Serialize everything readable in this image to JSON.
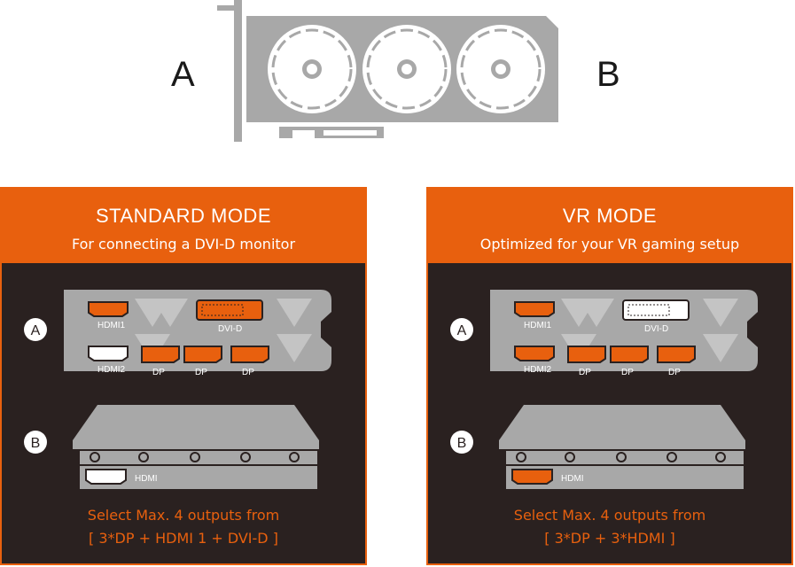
{
  "diagram": {
    "label_a": "A",
    "label_b": "B",
    "colors": {
      "accent": "#e8600e",
      "panel_bg": "#2a2120",
      "bracket": "#a8a8a8"
    }
  },
  "modes": [
    {
      "title": "STANDARD MODE",
      "subtitle": "For connecting a DVI-D monitor",
      "marker_a": "A",
      "marker_b": "B",
      "ports_a": {
        "hdmi1": "HDMI1",
        "hdmi2": "HDMI2",
        "dvi": "DVI-D",
        "dp1": "DP",
        "dp2": "DP",
        "dp3": "DP"
      },
      "port_b": "HDMI",
      "note_line1": "Select Max. 4 outputs from",
      "note_line2": "[ 3*DP + HDMI 1 + DVI-D ]"
    },
    {
      "title": "VR MODE",
      "subtitle": "Optimized for your VR gaming setup",
      "marker_a": "A",
      "marker_b": "B",
      "ports_a": {
        "hdmi1": "HDMI1",
        "hdmi2": "HDMI2",
        "dvi": "DVI-D",
        "dp1": "DP",
        "dp2": "DP",
        "dp3": "DP"
      },
      "port_b": "HDMI",
      "note_line1": "Select Max. 4 outputs from",
      "note_line2": "[ 3*DP + 3*HDMI ]"
    }
  ]
}
